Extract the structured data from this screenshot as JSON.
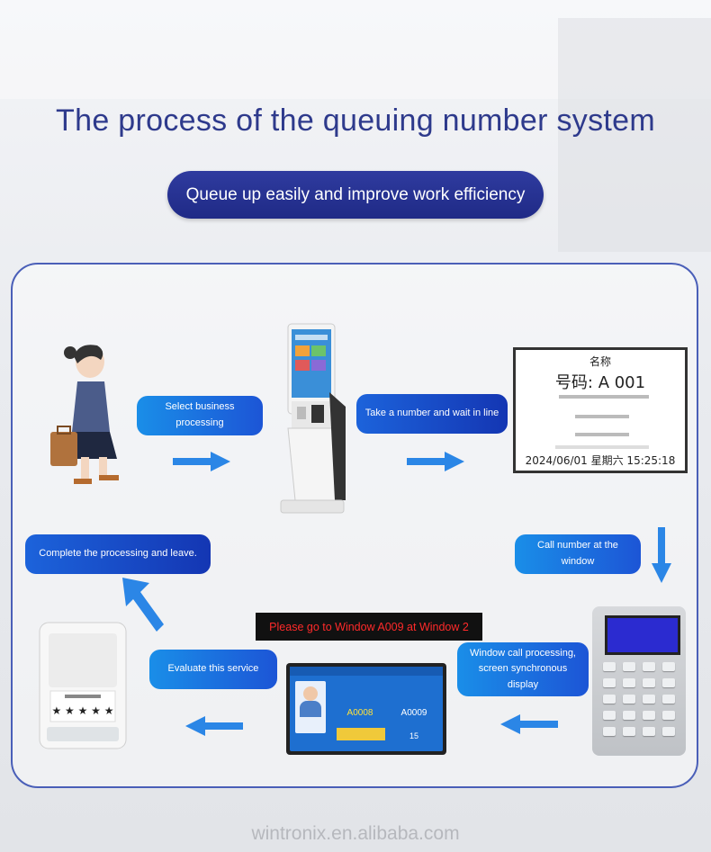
{
  "title": "The process of the queuing number system",
  "subtitle": "Queue up easily and improve work efficiency",
  "steps": {
    "select": "Select business processing",
    "take": "Take a number and wait in line",
    "call": "Call number at the window",
    "window_line1": "Window call processing,",
    "window_line2": "screen synchronous display",
    "evaluate": "Evaluate this service",
    "complete": "Complete the processing and leave."
  },
  "notice": "Please go to Window A009 at Window 2",
  "ticket": {
    "header": "名称",
    "number": "号码: A 001",
    "date": "2024/06/01 星期六 15:25:18"
  },
  "display": {
    "current": "A0008",
    "next": "A0009",
    "count": "15"
  },
  "footer": "wintronix.en.alibaba.com",
  "colors": {
    "title": "#2e3a8c",
    "pill_start": "#1a8ee8",
    "pill_end": "#1c55d6",
    "arrow": "#2b86e6",
    "notice_text": "#ff2a2a"
  }
}
